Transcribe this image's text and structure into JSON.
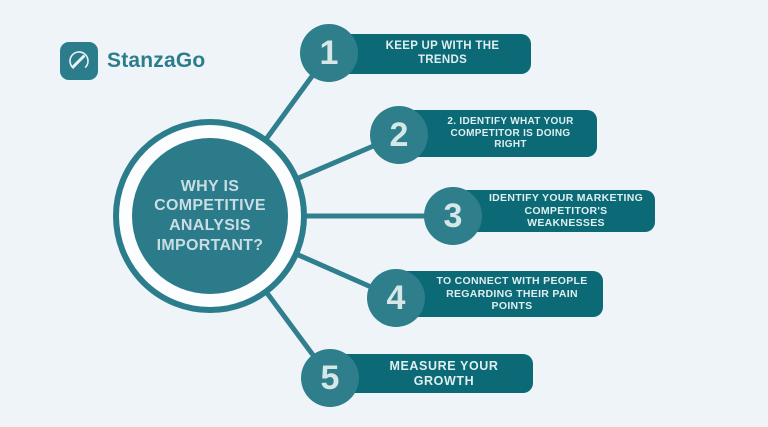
{
  "brand": {
    "name": "StanzaGo",
    "icon": "pencil-logo-icon",
    "brand_color": "#2b7d8c"
  },
  "center": {
    "title": "WHY IS\nCOMPETITIVE\nANALYSIS\nIMPORTANT?"
  },
  "items": [
    {
      "number": "1",
      "label": "KEEP UP WITH THE TRENDS"
    },
    {
      "number": "2",
      "label": "2. IDENTIFY WHAT YOUR COMPETITOR IS DOING RIGHT"
    },
    {
      "number": "3",
      "label": "IDENTIFY YOUR MARKETING COMPETITOR'S WEAKNESSES"
    },
    {
      "number": "4",
      "label": "TO CONNECT WITH PEOPLE REGARDING THEIR PAIN POINTS"
    },
    {
      "number": "5",
      "label": "MEASURE YOUR GROWTH"
    }
  ],
  "colors": {
    "background": "#eff4f9",
    "bar_fill": "#0b6a76",
    "number_circle_fill": "#2e7e8c",
    "hub_fill": "#2b7b8a",
    "ring_stroke": "#2b7d8c",
    "connector_stroke": "#2f7f8e",
    "number_text": "#d6e7e8",
    "bar_text": "#dfeef0",
    "center_text": "#c9dee3"
  }
}
